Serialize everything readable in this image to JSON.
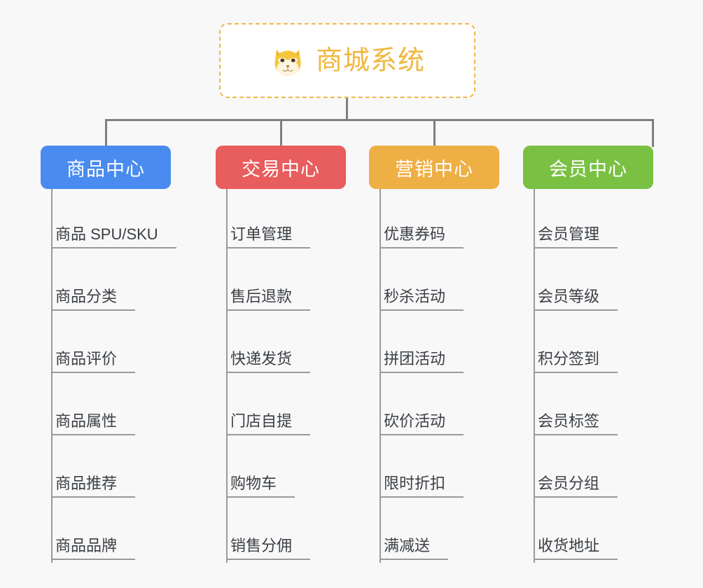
{
  "background_color": "#f8f8f8",
  "root": {
    "icon": "shiba-dog-face-emoji",
    "title": "商城系统",
    "title_color": "#f0b73f",
    "border_color": "#f0b849"
  },
  "connector_color": "#7f7f7f",
  "columns": [
    {
      "header": "商品中心",
      "color": "#4a8bf0",
      "items": [
        "商品 SPU/SKU",
        "商品分类",
        "商品评价",
        "商品属性",
        "商品推荐",
        "商品品牌"
      ]
    },
    {
      "header": "交易中心",
      "color": "#e85d5d",
      "items": [
        "订单管理",
        "售后退款",
        "快递发货",
        "门店自提",
        "购物车",
        "销售分佣"
      ]
    },
    {
      "header": "营销中心",
      "color": "#eeaf45",
      "items": [
        "优惠券码",
        "秒杀活动",
        "拼团活动",
        "砍价活动",
        "限时折扣",
        "满减送"
      ]
    },
    {
      "header": "会员中心",
      "color": "#7ac143",
      "items": [
        "会员管理",
        "会员等级",
        "积分签到",
        "会员标签",
        "会员分组",
        "收货地址"
      ]
    }
  ]
}
